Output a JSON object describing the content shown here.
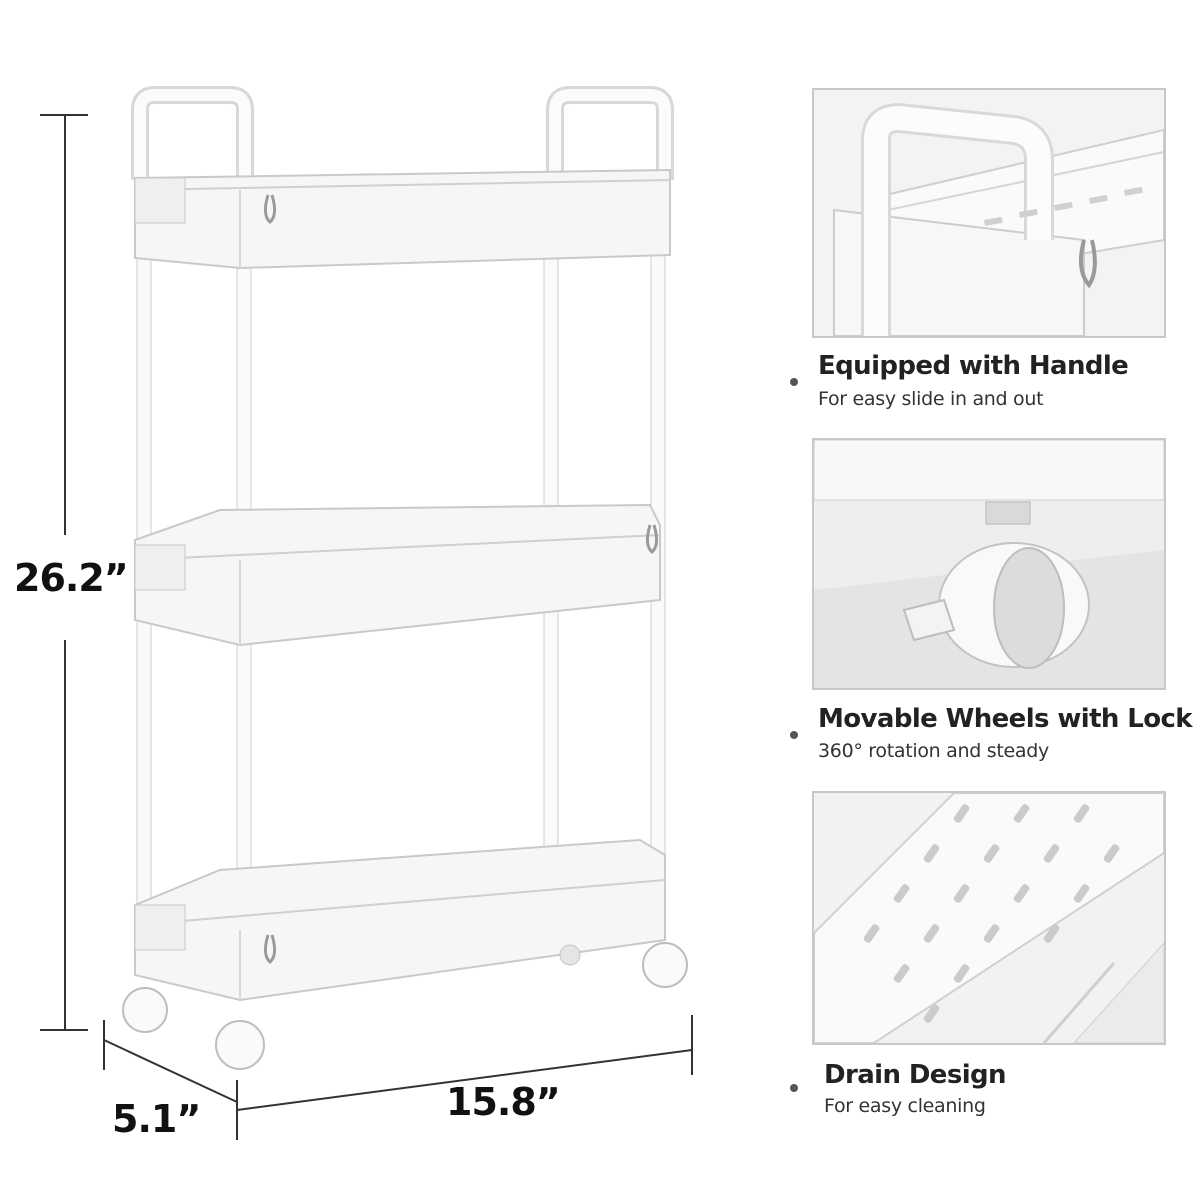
{
  "dimensions": {
    "height": "26.2”",
    "depth": "5.1”",
    "width": "15.8”"
  },
  "features": [
    {
      "title": "Equipped with Handle",
      "subtitle": "For easy slide in and out",
      "icon": "handle-detail-icon"
    },
    {
      "title": "Movable Wheels with Lock",
      "subtitle": "360° rotation and steady",
      "icon": "wheel-detail-icon"
    },
    {
      "title": "Drain Design",
      "subtitle": "For easy cleaning",
      "icon": "drain-detail-icon"
    }
  ],
  "colors": {
    "product": "#f7f7f7",
    "outline": "#c9c9c9",
    "text": "#1a1a1a",
    "dimension_line": "#333333"
  }
}
